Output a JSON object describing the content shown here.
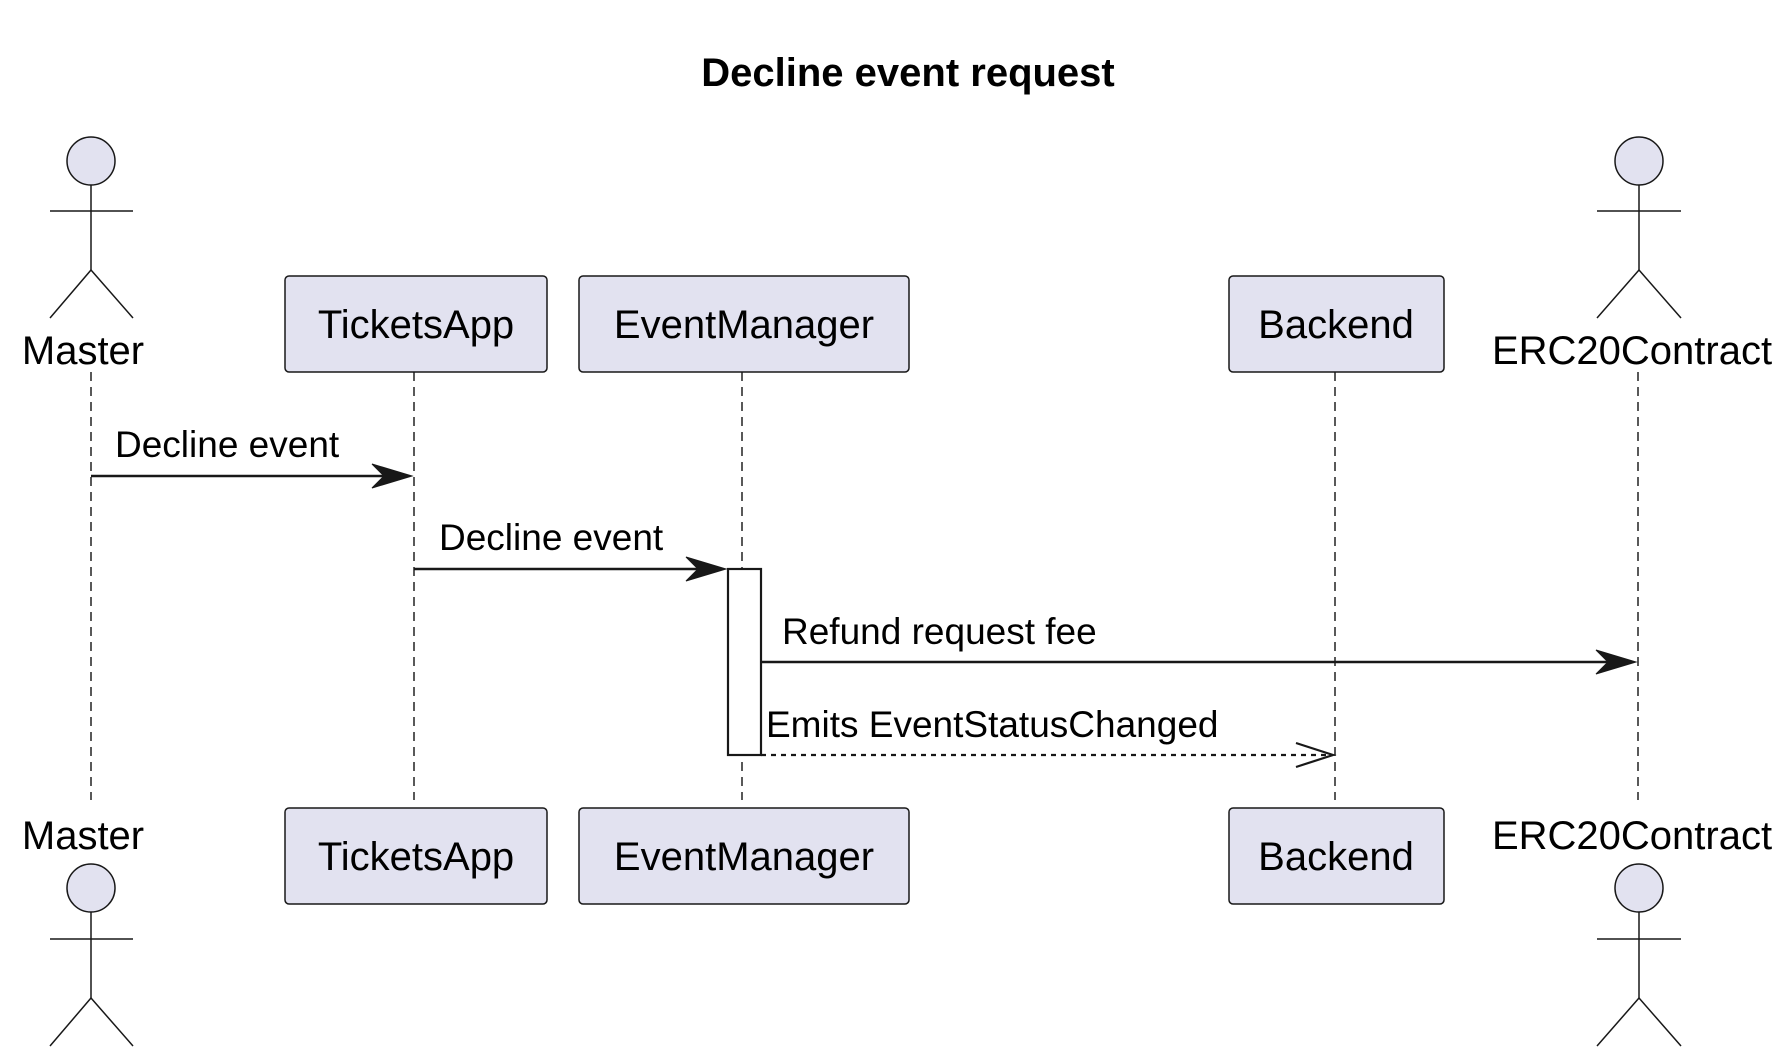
{
  "title": "Decline event request",
  "participants": [
    {
      "id": "master",
      "label": "Master",
      "kind": "actor"
    },
    {
      "id": "ticketsapp",
      "label": "TicketsApp",
      "kind": "participant"
    },
    {
      "id": "eventmanager",
      "label": "EventManager",
      "kind": "participant"
    },
    {
      "id": "backend",
      "label": "Backend",
      "kind": "participant"
    },
    {
      "id": "erc20contract",
      "label": "ERC20Contract",
      "kind": "actor"
    }
  ],
  "messages": [
    {
      "from": "master",
      "to": "ticketsapp",
      "label": "Decline event",
      "style": "solid"
    },
    {
      "from": "ticketsapp",
      "to": "eventmanager",
      "label": "Decline event",
      "style": "solid"
    },
    {
      "from": "eventmanager",
      "to": "erc20contract",
      "label": "Refund request fee",
      "style": "solid"
    },
    {
      "from": "eventmanager",
      "to": "backend",
      "label": "Emits EventStatusChanged",
      "style": "dashed"
    }
  ],
  "colors": {
    "participant_fill": "#e2e2f0",
    "stroke": "#181818"
  }
}
